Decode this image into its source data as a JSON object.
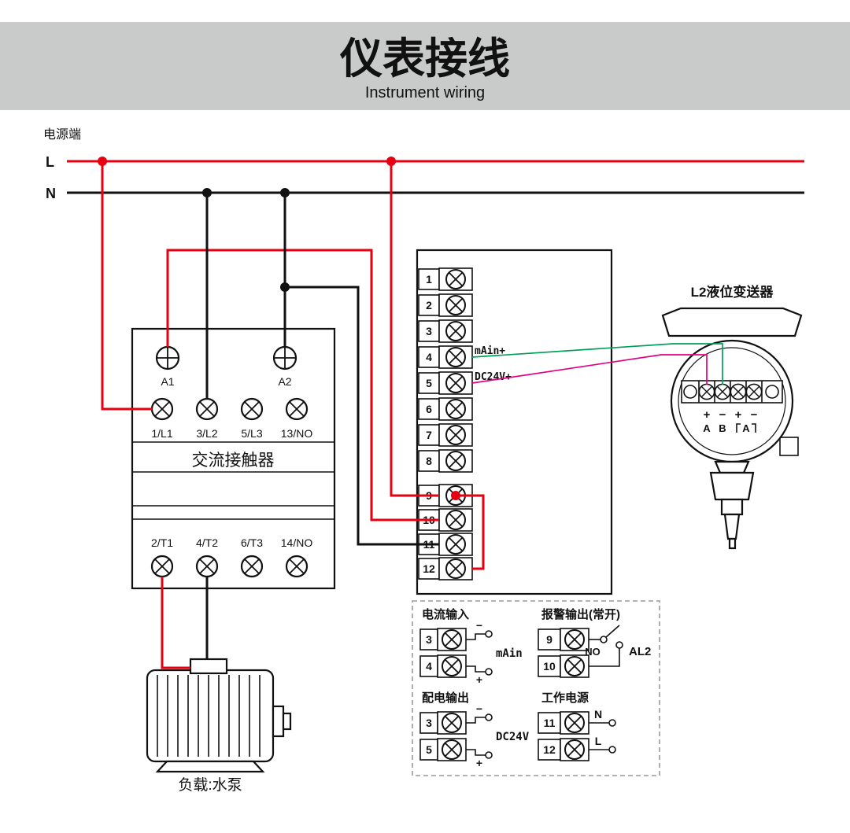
{
  "header": {
    "title": "仪表接线",
    "subtitle": "Instrument wiring"
  },
  "power": {
    "section_label": "电源端",
    "line_l": "L",
    "line_n": "N"
  },
  "contactor": {
    "name": "交流接触器",
    "coil_terminals": [
      "A1",
      "A2"
    ],
    "input_labels": [
      "1/L1",
      "3/L2",
      "5/L3",
      "13/NO"
    ],
    "output_labels": [
      "2/T1",
      "4/T2",
      "6/T3",
      "14/NO"
    ]
  },
  "terminal_strip": {
    "numbers": [
      "1",
      "2",
      "3",
      "4",
      "5",
      "6",
      "7",
      "8",
      "9",
      "10",
      "11",
      "12"
    ],
    "label_t4": "mAin+",
    "label_t5": "DC24V+"
  },
  "transmitter": {
    "title": "L2液位变送器",
    "signs": [
      "+",
      "−",
      "+",
      "−"
    ],
    "pins": [
      "A",
      "B",
      "A"
    ]
  },
  "motor": {
    "label": "负载:水泵"
  },
  "legend": {
    "current_input": {
      "title": "电流输入",
      "t_top": "3",
      "t_bottom": "4",
      "sign_top": "−",
      "sign_bottom": "+",
      "signal": "mAin"
    },
    "alarm_output": {
      "title": "报警输出(常开)",
      "t_top": "9",
      "t_bottom": "10",
      "contact": "NO",
      "signal": "AL2"
    },
    "power_output": {
      "title": "配电输出",
      "t_top": "3",
      "t_bottom": "5",
      "sign_top": "−",
      "sign_bottom": "+",
      "signal": "DC24V"
    },
    "working_power": {
      "title": "工作电源",
      "t_top": "11",
      "t_bottom": "12",
      "pin_top": "N",
      "pin_bottom": "L"
    }
  },
  "colors": {
    "live_wire": "#e60012",
    "neutral_wire": "#111111",
    "signal_wire_green": "#00a05a",
    "signal_wire_pink": "#e4007f",
    "header_bg": "#c9caca"
  }
}
